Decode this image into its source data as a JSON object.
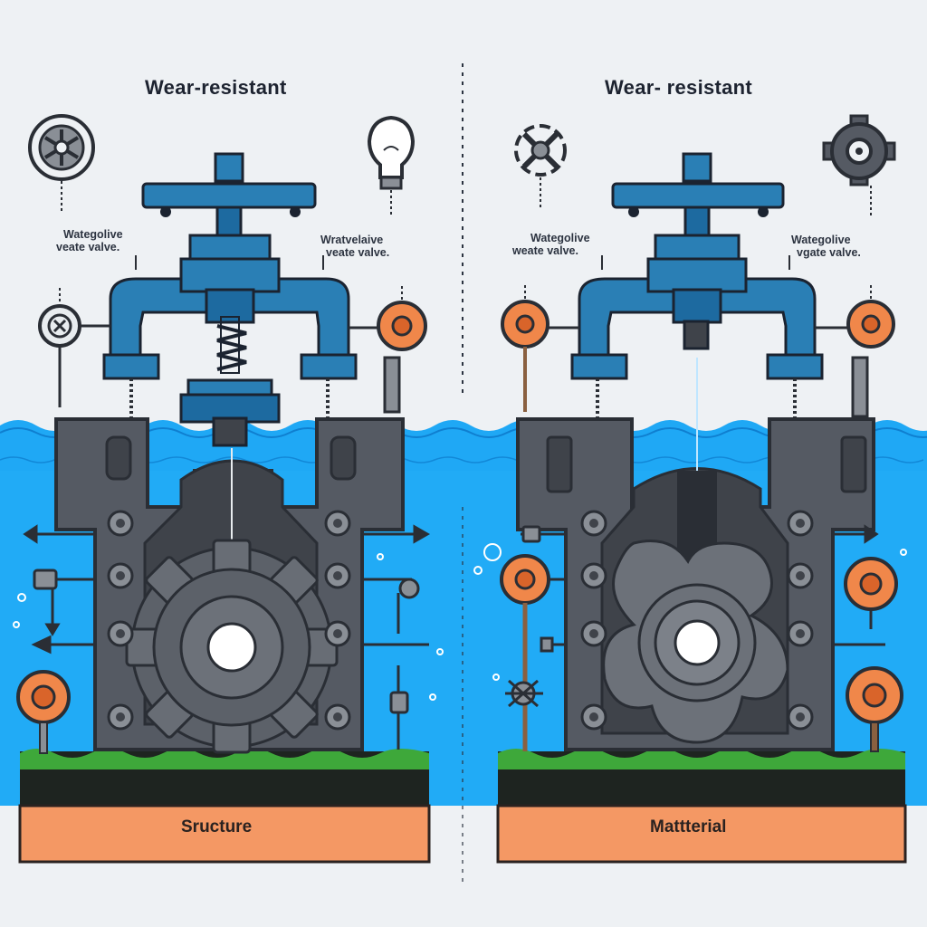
{
  "panels": [
    {
      "id": "left",
      "title": "Wear-resistant",
      "label_a_line1": "Wategolive",
      "label_a_line2": "veate valve.",
      "label_b_line1": "Wratvelaive",
      "label_b_line2": "veate valve.",
      "base_label": "Sructure"
    },
    {
      "id": "right",
      "title": "Wear- resistant",
      "label_a_line1": "Wategolive",
      "label_a_line2": "weate valve.",
      "label_b_line1": "Wategolive",
      "label_b_line2": "vgate valve.",
      "base_label": "Mattterial"
    }
  ],
  "colors": {
    "background": "#eef1f4",
    "water": "#1fa8f5",
    "valve_blue": "#2a7fb5",
    "valve_body": "#555a63",
    "accent_orange": "#f0874a",
    "base_orange": "#f49864",
    "grass": "#3ea83a",
    "soil": "#1e2420"
  },
  "icons": [
    "wheel-icon",
    "lightbulb-icon",
    "valve-wheel-icon",
    "gear-icon",
    "pressure-gauge-icon",
    "orange-knob-icon"
  ]
}
